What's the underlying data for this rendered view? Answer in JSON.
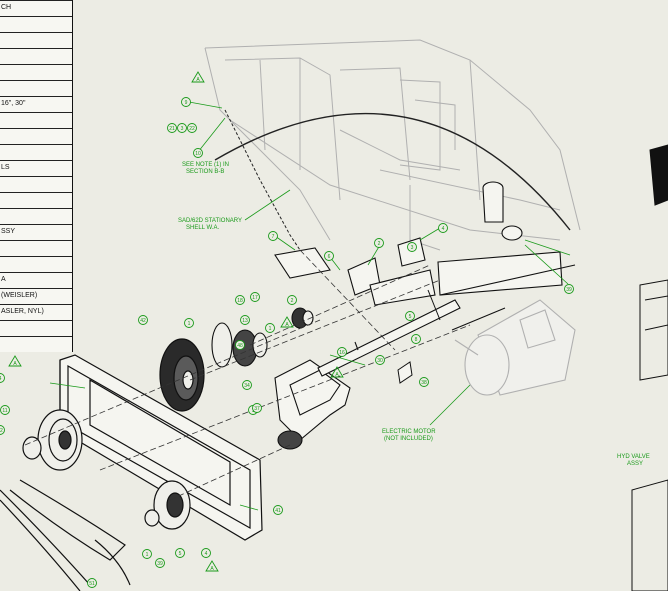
{
  "bom_table": {
    "rows": [
      "CH",
      "",
      "",
      "",
      "",
      "",
      "16\", 30\"",
      "",
      "",
      "",
      "LS",
      "",
      "",
      "",
      "SSY",
      "",
      "",
      "A",
      "(WEISLER)",
      "ASLER, NYL)",
      "",
      ""
    ]
  },
  "balloons": [
    "9",
    "21",
    "3",
    "22",
    "10",
    "7",
    "6",
    "2",
    "4",
    "3",
    "42",
    "1",
    "18",
    "17",
    "13",
    "1",
    "8",
    "16",
    "5",
    "30",
    "48",
    "39",
    "38",
    "41",
    "1",
    "4",
    "11",
    "12",
    "1",
    "5",
    "4",
    "34",
    "37",
    "39",
    "51",
    "2"
  ],
  "triangle_tags": [
    "A",
    "A",
    "A",
    "A",
    "A"
  ],
  "notes": {
    "see_note_line1": "SEE NOTE (1) IN",
    "see_note_line2": "SECTION B-B",
    "shell_line1": "SAD/62D STATIONARY",
    "shell_line2": "SHELL W.A.",
    "motor_line1": "ELECTRIC MOTOR",
    "motor_line2": "(NOT INCLUDED)",
    "valve_line1": "HYD VALVE",
    "valve_line2": "ASSY"
  },
  "colors": {
    "background": "#ECECE4",
    "line": "#222222",
    "ghost": "#B0B0B0",
    "annotation": "#1A9A1A"
  }
}
